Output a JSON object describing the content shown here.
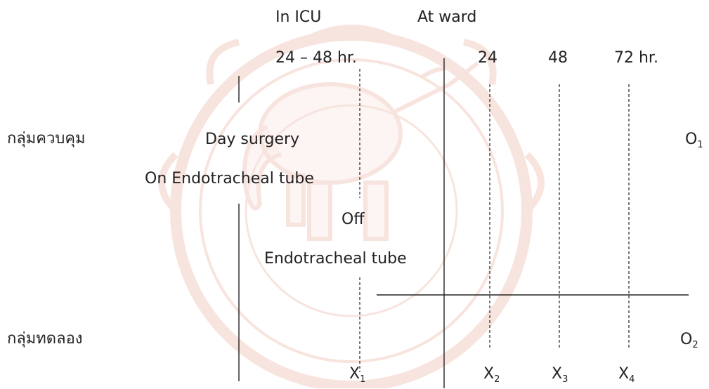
{
  "header": {
    "in_icu": "In ICU",
    "at_ward": "At ward",
    "icu_hours": "24 – 48 hr.",
    "ward_24": "24",
    "ward_48": "48",
    "ward_72": "72 hr."
  },
  "groups": {
    "control_label": "กลุ่มควบคุม",
    "experimental_label": "กลุ่มทดลอง",
    "o1": {
      "base": "O",
      "sub": "1"
    },
    "o2": {
      "base": "O",
      "sub": "2"
    }
  },
  "phases": {
    "day_surgery": "Day surgery",
    "on_tube": "On Endotracheal tube",
    "off": "Off",
    "endotracheal_tube": "Endotracheal tube"
  },
  "interventions": [
    {
      "base": "X",
      "sub": "1"
    },
    {
      "base": "X",
      "sub": "2"
    },
    {
      "base": "X",
      "sub": "3"
    },
    {
      "base": "X",
      "sub": "4"
    }
  ],
  "colors": {
    "text": "#222222",
    "line": "#222222",
    "watermark": "#e8a08a"
  },
  "watermark": {
    "seal_text": "มหาวิทยาลัยนเรศวร",
    "icon": "naresuan-university-seal-icon"
  }
}
